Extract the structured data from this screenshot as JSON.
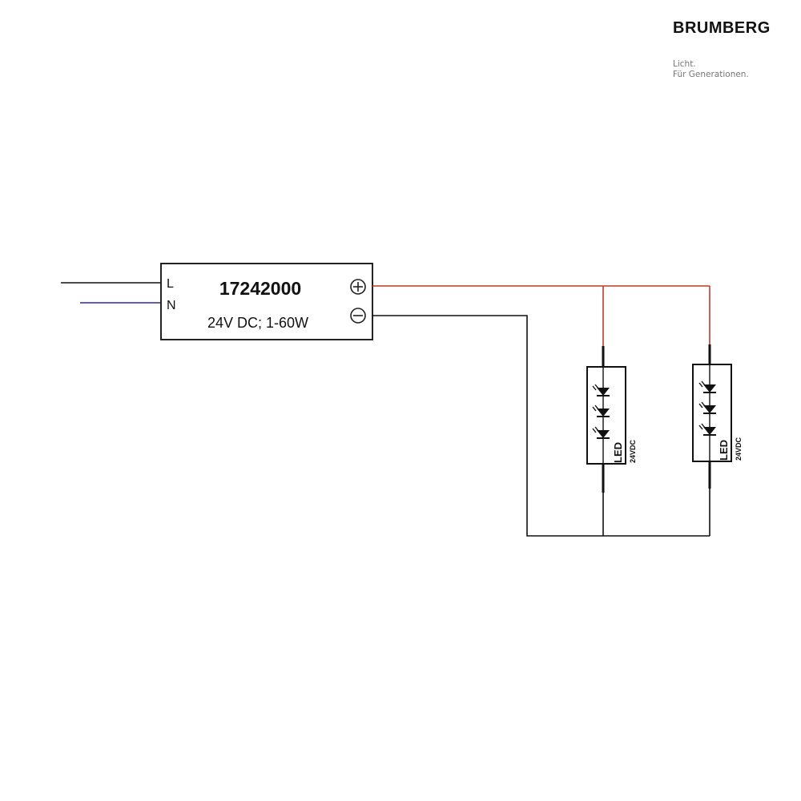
{
  "brand": {
    "name": "BRUMBERG",
    "tagline_1": "Licht.",
    "tagline_2": "Für Generationen."
  },
  "driver": {
    "model": "17242000",
    "spec": "24V DC; 1-60W",
    "input_l": "L",
    "input_n": "N"
  },
  "leds": [
    {
      "label": "LED",
      "voltage": "24VDC"
    },
    {
      "label": "LED",
      "voltage": "24VDC"
    }
  ],
  "colors": {
    "live": "#111111",
    "neutral": "#2a2aa0",
    "positive": "#c0392b",
    "negative": "#111111"
  }
}
